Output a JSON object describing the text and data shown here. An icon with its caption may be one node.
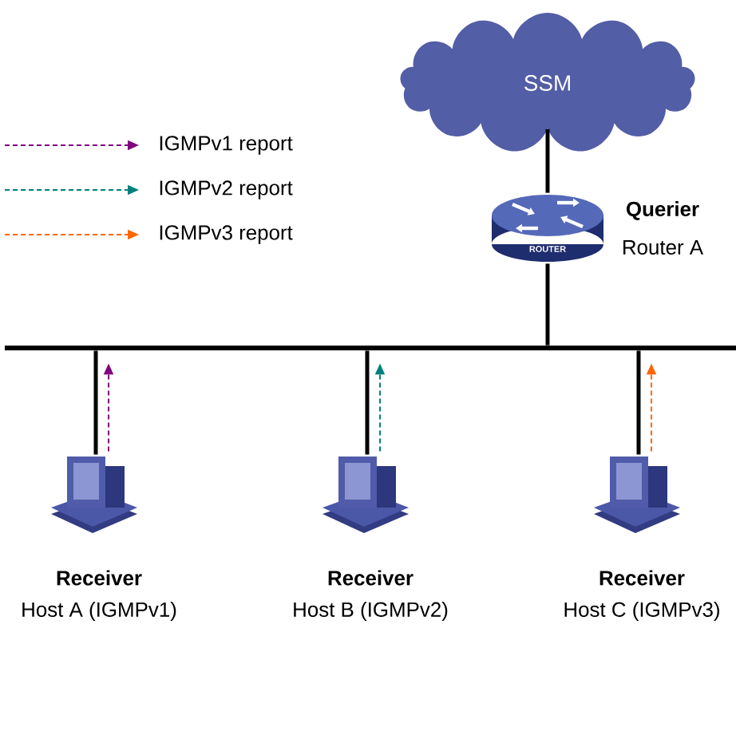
{
  "diagram": {
    "nodes": [
      {
        "text": [
          "SSM"
        ]
      },
      {
        "text": [
          "ROUTER"
        ],
        "beside": [
          "Querier",
          "Router A"
        ]
      },
      {
        "text": [],
        "shape": "bar"
      },
      {
        "text": [],
        "shape": "computer",
        "beside": [
          "Receiver",
          "Host A (IGMPv1)"
        ]
      },
      {
        "text": [],
        "shape": "computer",
        "beside": [
          "Receiver",
          "Host B (IGMPv2)"
        ]
      },
      {
        "text": [],
        "shape": "computer",
        "beside": [
          "Receiver",
          "Host C (IGMPv3)"
        ]
      }
    ],
    "edges": [
      {
        "from": 0,
        "to": 1,
        "arrow": "none"
      },
      {
        "from": 1,
        "to": 2,
        "arrow": "none"
      },
      {
        "from": 2,
        "to": 3,
        "arrow": "none"
      },
      {
        "from": 2,
        "to": 4,
        "arrow": "none"
      },
      {
        "from": 2,
        "to": 5,
        "arrow": "none"
      },
      {
        "from": 3,
        "to": 2,
        "arrow": "to",
        "style": "dashed",
        "color": "#800080"
      },
      {
        "from": 4,
        "to": 2,
        "arrow": "to",
        "style": "dashed",
        "color": "#008080"
      },
      {
        "from": 5,
        "to": 2,
        "arrow": "to",
        "style": "dashed",
        "color": "#ff6600"
      }
    ],
    "legend": [
      {
        "text": "IGMPv1 report"
      },
      {
        "text": "IGMPv2 report"
      },
      {
        "text": "IGMPv3 report"
      }
    ]
  }
}
